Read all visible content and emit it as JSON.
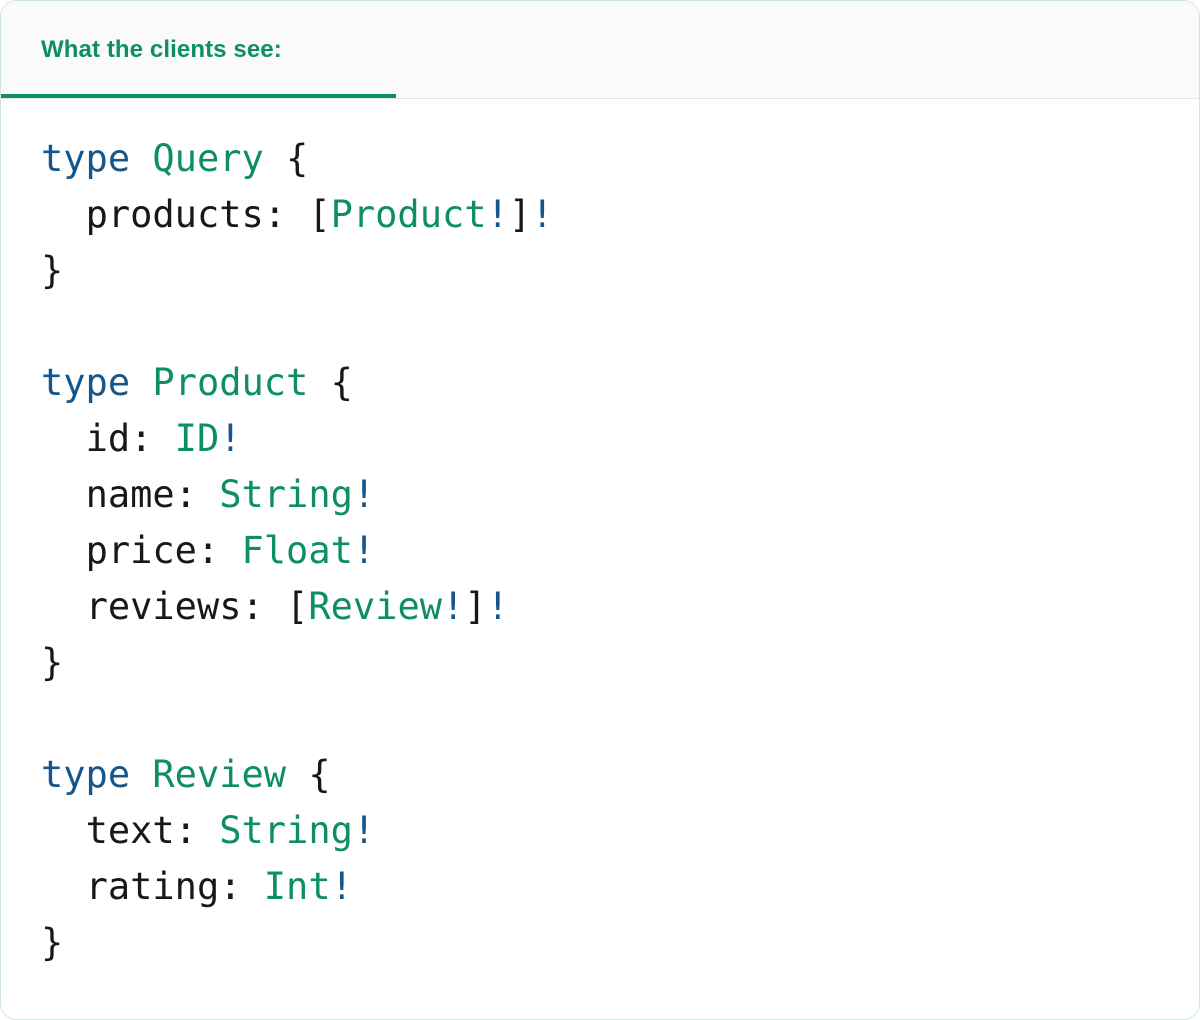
{
  "card": {
    "background": "#ffffff",
    "border_color": "#cfe6da"
  },
  "header": {
    "title": "What the clients see:",
    "accent_color": "#0d8f63",
    "underline_color": "#0d9069",
    "background": "#fafafa",
    "divider_color": "#e3e3e5"
  },
  "code": {
    "language": "graphql",
    "colors": {
      "keyword": "#15568c",
      "type_name": "#0d8f63",
      "non_null_bang": "#15568c",
      "punctuation": "#18181b",
      "field": "#18181b",
      "background": "#ffffff"
    },
    "lines": [
      {
        "id": "l1",
        "tokens": [
          {
            "t": "type",
            "c": "kw"
          },
          {
            "t": " ",
            "c": "punct"
          },
          {
            "t": "Query",
            "c": "type"
          },
          {
            "t": " {",
            "c": "punct"
          }
        ]
      },
      {
        "id": "l2",
        "tokens": [
          {
            "t": "  ",
            "c": "punct"
          },
          {
            "t": "products:",
            "c": "field"
          },
          {
            "t": " [",
            "c": "punct"
          },
          {
            "t": "Product",
            "c": "type"
          },
          {
            "t": "!",
            "c": "bang"
          },
          {
            "t": "]",
            "c": "punct"
          },
          {
            "t": "!",
            "c": "bang"
          }
        ]
      },
      {
        "id": "l3",
        "tokens": [
          {
            "t": "}",
            "c": "punct"
          }
        ]
      },
      {
        "id": "l4",
        "tokens": []
      },
      {
        "id": "l5",
        "tokens": [
          {
            "t": "type",
            "c": "kw"
          },
          {
            "t": " ",
            "c": "punct"
          },
          {
            "t": "Product",
            "c": "type"
          },
          {
            "t": " {",
            "c": "punct"
          }
        ]
      },
      {
        "id": "l6",
        "tokens": [
          {
            "t": "  ",
            "c": "punct"
          },
          {
            "t": "id:",
            "c": "field"
          },
          {
            "t": " ",
            "c": "punct"
          },
          {
            "t": "ID",
            "c": "type"
          },
          {
            "t": "!",
            "c": "bang"
          }
        ]
      },
      {
        "id": "l7",
        "tokens": [
          {
            "t": "  ",
            "c": "punct"
          },
          {
            "t": "name:",
            "c": "field"
          },
          {
            "t": " ",
            "c": "punct"
          },
          {
            "t": "String",
            "c": "type"
          },
          {
            "t": "!",
            "c": "bang"
          }
        ]
      },
      {
        "id": "l8",
        "tokens": [
          {
            "t": "  ",
            "c": "punct"
          },
          {
            "t": "price:",
            "c": "field"
          },
          {
            "t": " ",
            "c": "punct"
          },
          {
            "t": "Float",
            "c": "type"
          },
          {
            "t": "!",
            "c": "bang"
          }
        ]
      },
      {
        "id": "l9",
        "tokens": [
          {
            "t": "  ",
            "c": "punct"
          },
          {
            "t": "reviews:",
            "c": "field"
          },
          {
            "t": " [",
            "c": "punct"
          },
          {
            "t": "Review",
            "c": "type"
          },
          {
            "t": "!",
            "c": "bang"
          },
          {
            "t": "]",
            "c": "punct"
          },
          {
            "t": "!",
            "c": "bang"
          }
        ]
      },
      {
        "id": "l10",
        "tokens": [
          {
            "t": "}",
            "c": "punct"
          }
        ]
      },
      {
        "id": "l11",
        "tokens": []
      },
      {
        "id": "l12",
        "tokens": [
          {
            "t": "type",
            "c": "kw"
          },
          {
            "t": " ",
            "c": "punct"
          },
          {
            "t": "Review",
            "c": "type"
          },
          {
            "t": " {",
            "c": "punct"
          }
        ]
      },
      {
        "id": "l13",
        "tokens": [
          {
            "t": "  ",
            "c": "punct"
          },
          {
            "t": "text:",
            "c": "field"
          },
          {
            "t": " ",
            "c": "punct"
          },
          {
            "t": "String",
            "c": "type"
          },
          {
            "t": "!",
            "c": "bang"
          }
        ]
      },
      {
        "id": "l14",
        "tokens": [
          {
            "t": "  ",
            "c": "punct"
          },
          {
            "t": "rating:",
            "c": "field"
          },
          {
            "t": " ",
            "c": "punct"
          },
          {
            "t": "Int",
            "c": "type"
          },
          {
            "t": "!",
            "c": "bang"
          }
        ]
      },
      {
        "id": "l15",
        "tokens": [
          {
            "t": "}",
            "c": "punct"
          }
        ]
      }
    ]
  }
}
